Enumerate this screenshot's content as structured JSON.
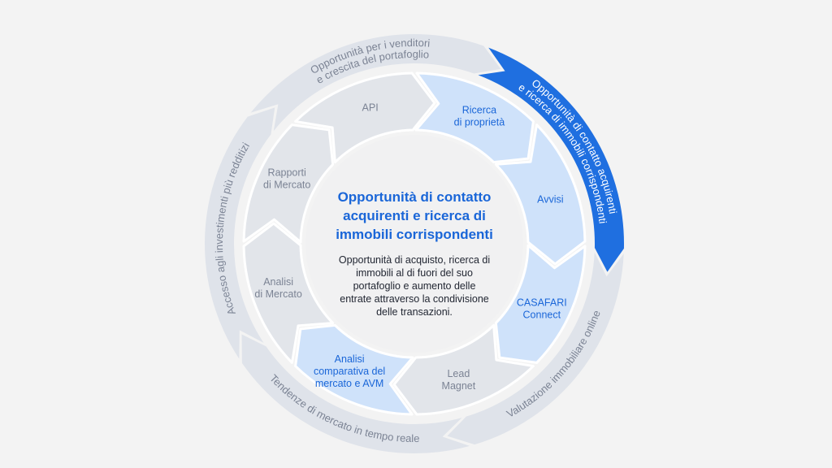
{
  "colors": {
    "background": "#f3f3f3",
    "outer_ring": "#dfe3ea",
    "inner_gray": "#e2e5ea",
    "inner_blue": "#cfe2fa",
    "accent": "#1f6fe0",
    "accent_text": "#1a66d8",
    "muted_text": "#7b8394",
    "dark_text": "#1f2430",
    "center": "#f1f1f2"
  },
  "diagram": {
    "center": {
      "title_lines": [
        "Opportunità di contatto",
        "acquirenti e ricerca di",
        "immobili corrispondenti"
      ],
      "body_lines": [
        "Opportunità di acquisto, ricerca di",
        "immobili al di fuori del suo",
        "portafoglio e aumento delle",
        "entrate attraverso la condivisione",
        "delle transazioni."
      ]
    },
    "outer_segments": [
      {
        "lines": [
          "Opportunità per i venditori",
          "e crescita del portafoglio"
        ],
        "active": false
      },
      {
        "lines": [
          "Opportunità di contatto acquirenti",
          "e ricerca di immobili corrispondenti"
        ],
        "active": true
      },
      {
        "lines": [
          "Valutazione immobiliare online"
        ],
        "active": false
      },
      {
        "lines": [
          "Tendenze di mercato in tempo reale"
        ],
        "active": false
      },
      {
        "lines": [
          "Accesso agli investimenti più redditizi"
        ],
        "active": false
      }
    ],
    "inner_segments": [
      {
        "lines": [
          "API"
        ],
        "highlight": false
      },
      {
        "lines": [
          "Ricerca",
          "di proprietà"
        ],
        "highlight": true
      },
      {
        "lines": [
          "Avvisi"
        ],
        "highlight": true
      },
      {
        "lines": [
          "CASAFARI",
          "Connect"
        ],
        "highlight": true
      },
      {
        "lines": [
          "Lead",
          "Magnet"
        ],
        "highlight": false
      },
      {
        "lines": [
          "Analisi",
          "comparativa del",
          "mercato e AVM"
        ],
        "highlight": true
      },
      {
        "lines": [
          "Analisi",
          "di Mercato"
        ],
        "highlight": false
      },
      {
        "lines": [
          "Rapporti",
          "di Mercato"
        ],
        "highlight": false
      }
    ]
  }
}
